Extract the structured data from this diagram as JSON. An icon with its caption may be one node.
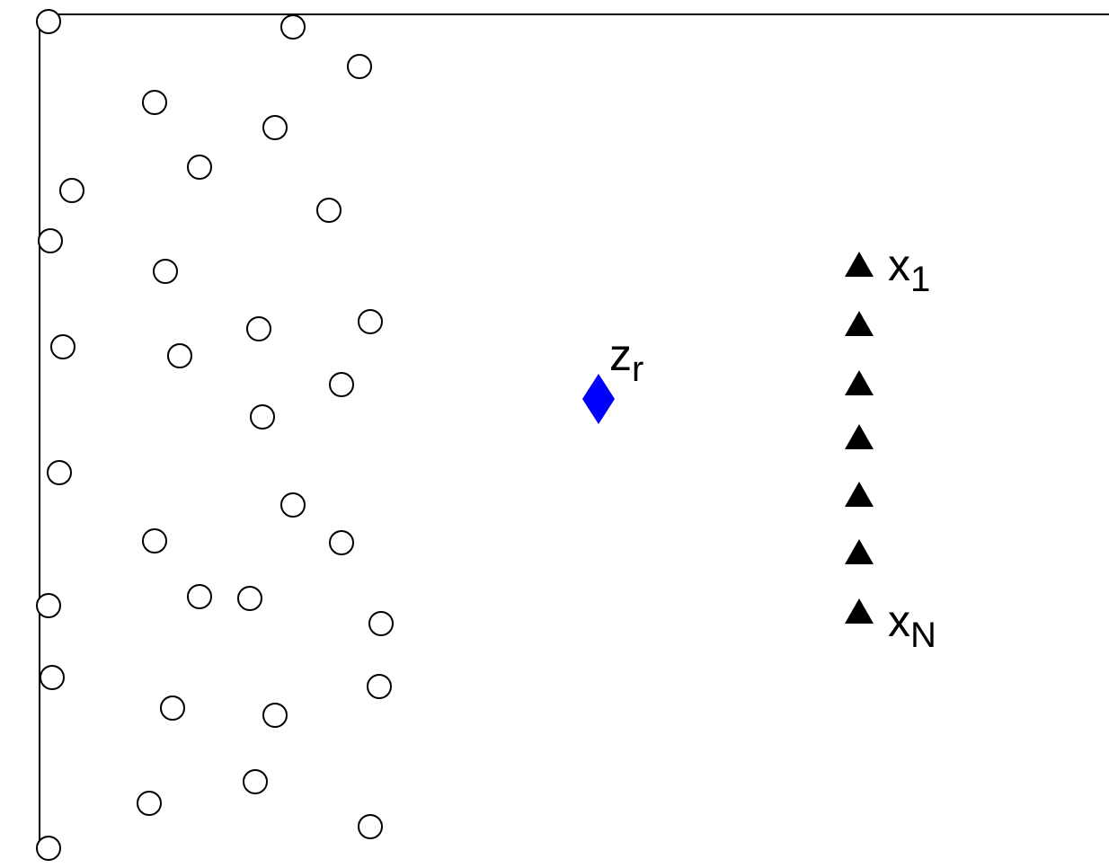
{
  "diagram": {
    "labels": [
      "z$_{r}$",
      "x$_{1}$",
      "x$_{N}$"
    ]
  }
}
